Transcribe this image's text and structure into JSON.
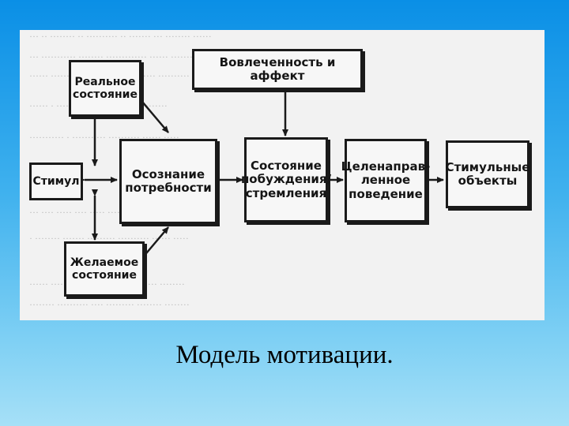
{
  "diagram": {
    "nodes": {
      "real_state": "Реальное\nсостояние",
      "involvement": "Вовлеченность  и  аффект",
      "stimulus": "Стимул",
      "awareness": "Осознание\nпотребности",
      "arousal": "Состояние\nпобуждения/\nстремления",
      "goal_behavior": "Целенаправ-\nленное\nповедение",
      "objects": "Стимульные\nобъекты",
      "desired_state": "Желаемое\nсостояние"
    }
  },
  "caption": "Модель мотивации."
}
